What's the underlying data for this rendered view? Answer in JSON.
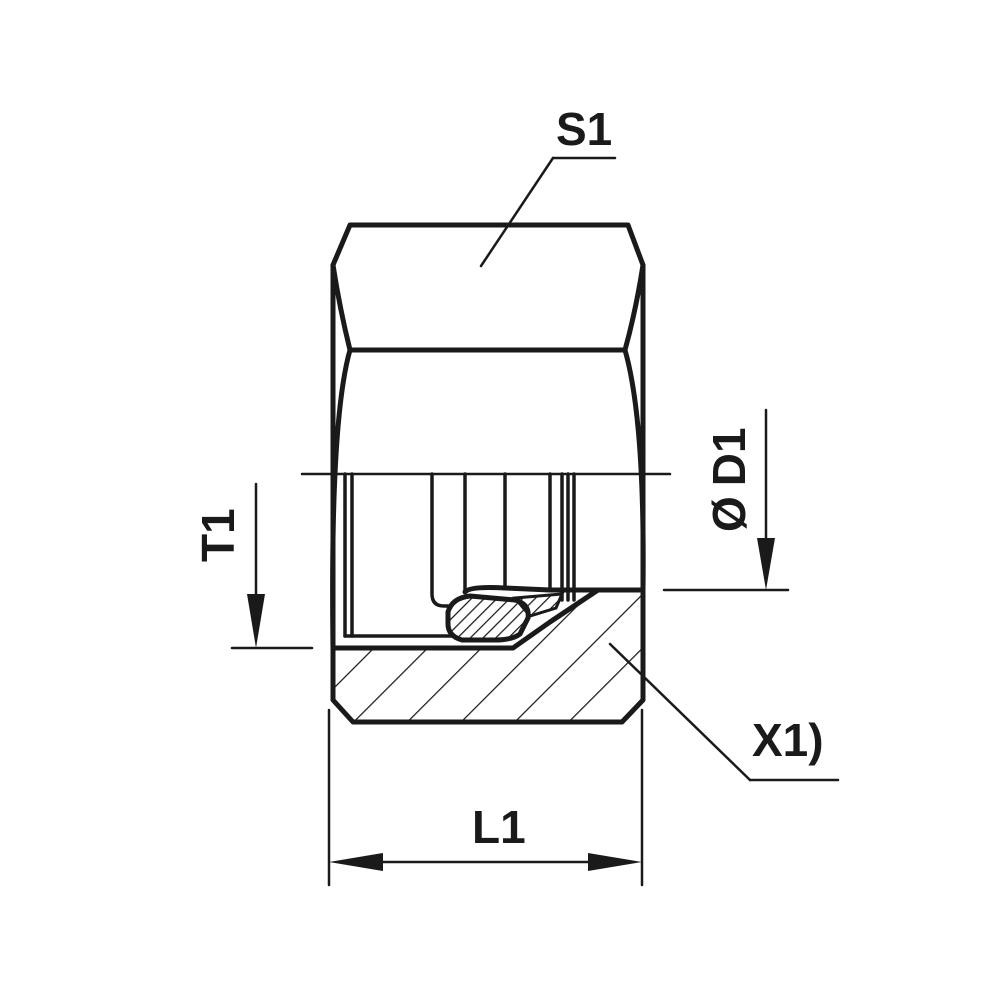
{
  "labels": {
    "s1": "S1",
    "d1": "D1",
    "diameter_symbol": "Ø",
    "t1": "T1",
    "x1": "X1)",
    "l1": "L1"
  }
}
